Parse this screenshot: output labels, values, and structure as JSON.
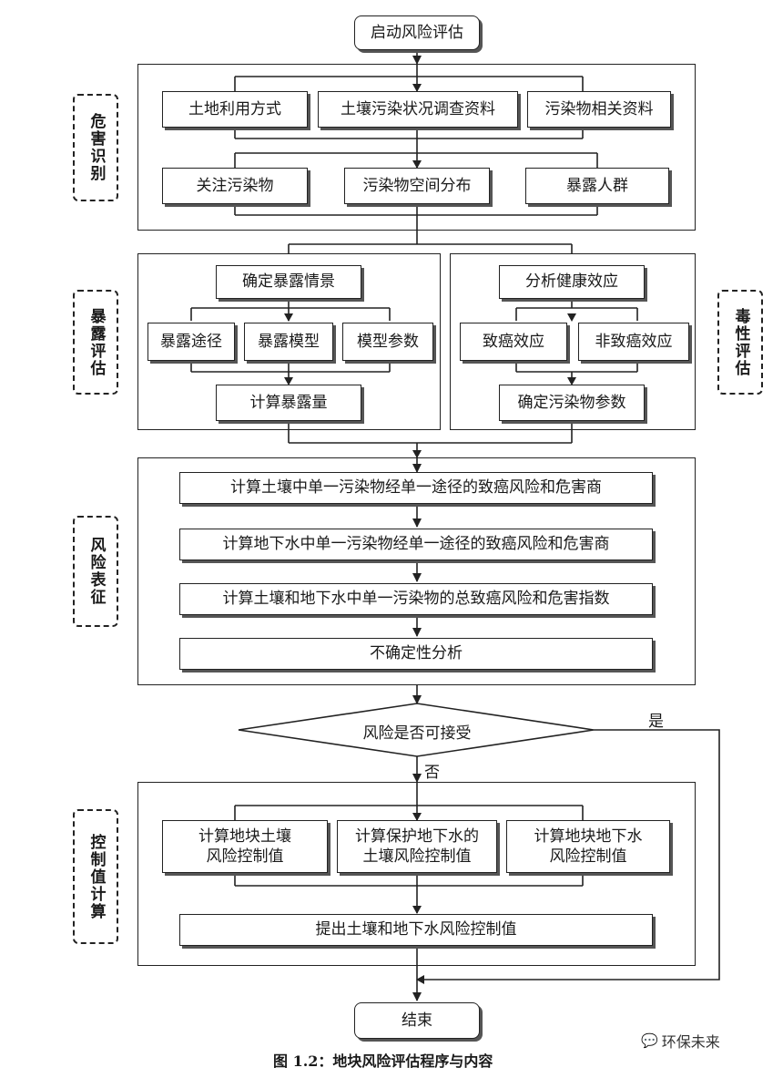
{
  "start": "启动风险评估",
  "end": "结束",
  "sections": {
    "hazard": {
      "side_label": "危害识别",
      "row1": [
        "土地利用方式",
        "土壤污染状况调查资料",
        "污染物相关资料"
      ],
      "row2": [
        "关注污染物",
        "污染物空间分布",
        "暴露人群"
      ]
    },
    "exposure": {
      "side_label": "暴露评估",
      "scenario": "确定暴露情景",
      "items": [
        "暴露途径",
        "暴露模型",
        "模型参数"
      ],
      "result": "计算暴露量"
    },
    "toxicity": {
      "side_label": "毒性评估",
      "analysis": "分析健康效应",
      "items": [
        "致癌效应",
        "非致癌效应"
      ],
      "result": "确定污染物参数"
    },
    "risk": {
      "side_label": "风险表征",
      "steps": [
        "计算土壤中单一污染物经单一途径的致癌风险和危害商",
        "计算地下水中单一污染物经单一途径的致癌风险和危害商",
        "计算土壤和地下水中单一污染物的总致癌风险和危害指数",
        "不确定性分析"
      ]
    },
    "control": {
      "side_label": "控制值计算",
      "items": [
        "计算地块土壤\n风险控制值",
        "计算保护地下水的\n土壤风险控制值",
        "计算地块地下水\n风险控制值"
      ],
      "result": "提出土壤和地下水风险控制值"
    }
  },
  "decision": {
    "question": "风险是否可接受",
    "yes": "是",
    "no": "否"
  },
  "caption": "图 1.2：地块风险评估程序与内容",
  "watermark": "环保未来"
}
